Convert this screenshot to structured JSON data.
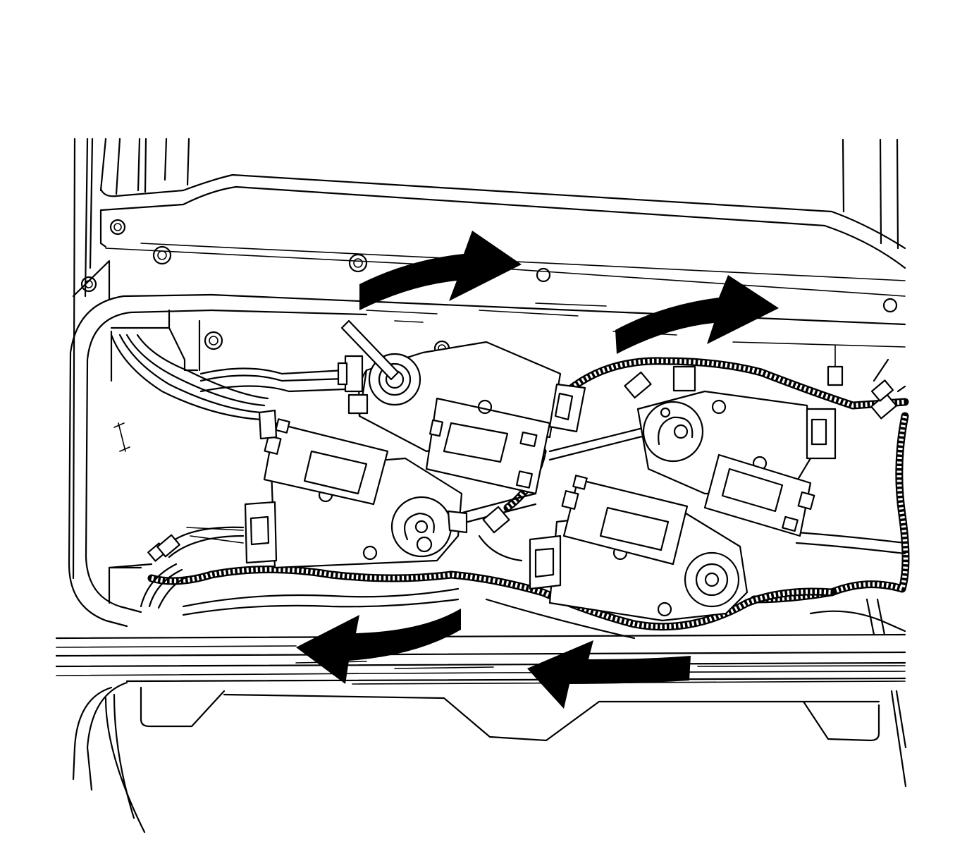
{
  "figure": {
    "subject": "",
    "arrows": [
      {
        "name": "upper-left-arrow",
        "direction": "right"
      },
      {
        "name": "upper-right-arrow",
        "direction": "right"
      },
      {
        "name": "lower-left-arrow",
        "direction": "left"
      },
      {
        "name": "lower-right-arrow",
        "direction": "left"
      }
    ],
    "line_color": "#000000",
    "background_color": "#ffffff"
  }
}
